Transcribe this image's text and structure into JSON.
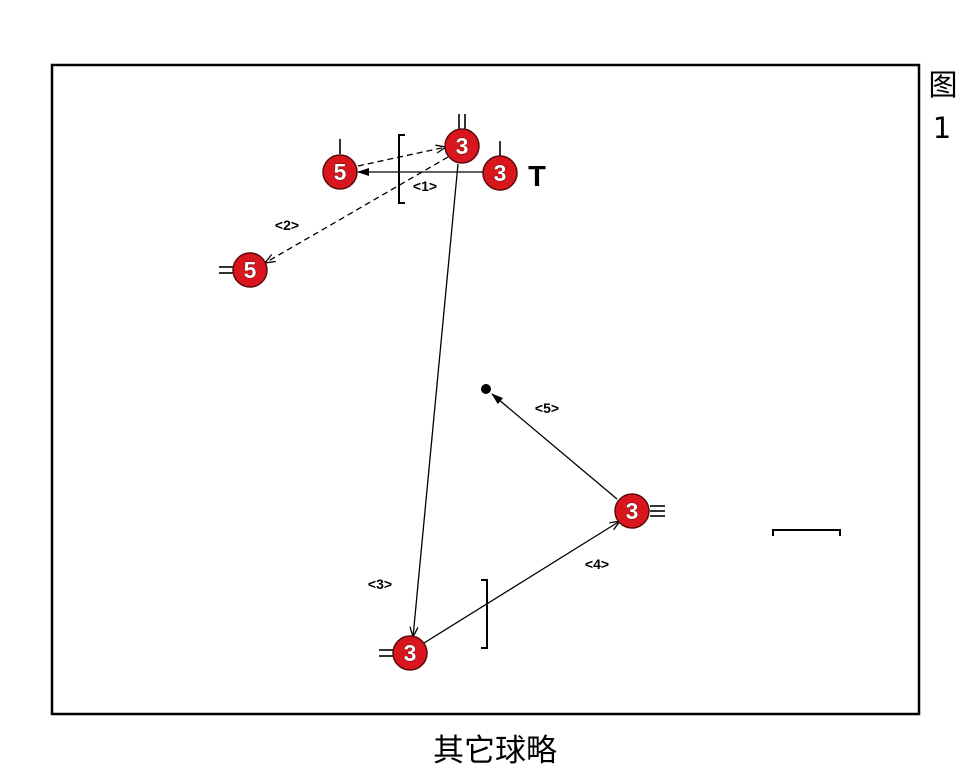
{
  "figure_label": {
    "char": "图",
    "number": "1"
  },
  "caption": "其它球略",
  "colors": {
    "player_fill": "#d9161d",
    "player_text": "#ffffff",
    "line": "#000000",
    "background": "#ffffff"
  },
  "players": [
    {
      "number": "5",
      "marker_icon": "single-tick-icon"
    },
    {
      "number": "3",
      "marker_icon": "double-tick-icon"
    },
    {
      "number": "3",
      "marker_icon": "single-tick-icon",
      "tag": "T"
    },
    {
      "number": "5",
      "marker_icon": "double-dash-icon"
    },
    {
      "number": "3",
      "marker_icon": "triple-dash-icon"
    },
    {
      "number": "3",
      "marker_icon": "double-dash-icon"
    }
  ],
  "moves": [
    {
      "label": "<1>"
    },
    {
      "label": "<2>"
    },
    {
      "label": "<3>"
    },
    {
      "label": "<4>"
    },
    {
      "label": "<5>"
    }
  ]
}
